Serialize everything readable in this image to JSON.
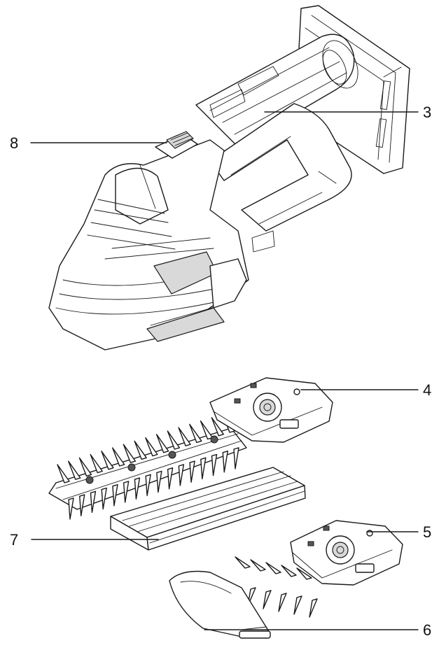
{
  "callouts": [
    {
      "id": "c3",
      "label": "3"
    },
    {
      "id": "c4",
      "label": "4"
    },
    {
      "id": "c5",
      "label": "5"
    },
    {
      "id": "c6",
      "label": "6"
    },
    {
      "id": "c7",
      "label": "7"
    },
    {
      "id": "c8",
      "label": "8"
    }
  ]
}
